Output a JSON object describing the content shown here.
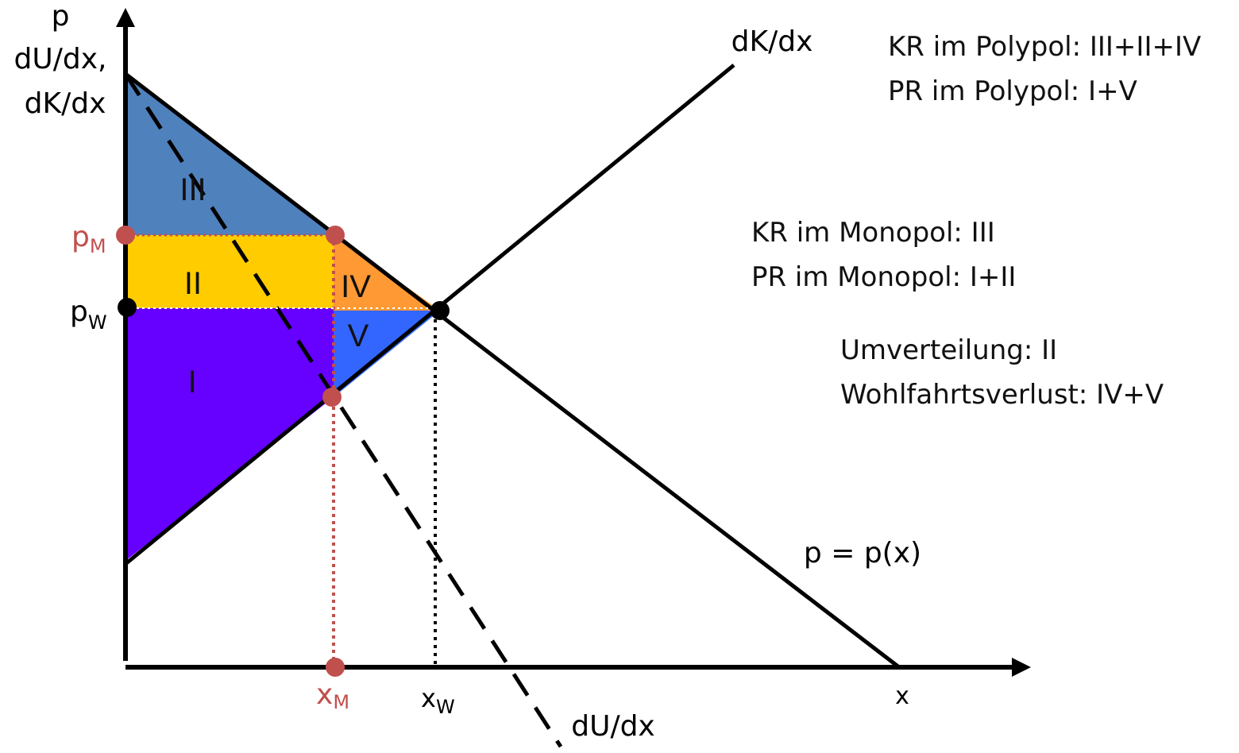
{
  "colors": {
    "region_I": "#6600ff",
    "region_II": "#ffcc00",
    "region_III": "#4f81bd",
    "region_IV": "#ff9933",
    "region_V": "#3366ff",
    "monopoly_marker": "#c0504d",
    "line": "#000000"
  },
  "axes": {
    "y_label_line1": "p",
    "y_label_line2": "dU/dx,",
    "y_label_line3": "dK/dx",
    "x_label": "x"
  },
  "curves": {
    "supply_label": "dK/dx",
    "demand_label": "p = p(x)",
    "marginal_revenue_label": "dU/dx"
  },
  "markers": {
    "p_m_main": "p",
    "p_m_sub": "M",
    "p_w_main": "p",
    "p_w_sub": "W",
    "x_m_main": "x",
    "x_m_sub": "M",
    "x_w_main": "x",
    "x_w_sub": "W"
  },
  "regions": {
    "I": "I",
    "II": "II",
    "III": "III",
    "IV": "IV",
    "V": "V"
  },
  "notes": {
    "kr_polypol": "KR im Polypol: III+II+IV",
    "pr_polypol": "PR im Polypol: I+V",
    "kr_monopol": "KR im Monopol: III",
    "pr_monopol": "PR im Monopol: I+II",
    "umverteilung": "Umverteilung: II",
    "wohlfahrtsverlust": "Wohlfahrtsverlust: IV+V"
  }
}
